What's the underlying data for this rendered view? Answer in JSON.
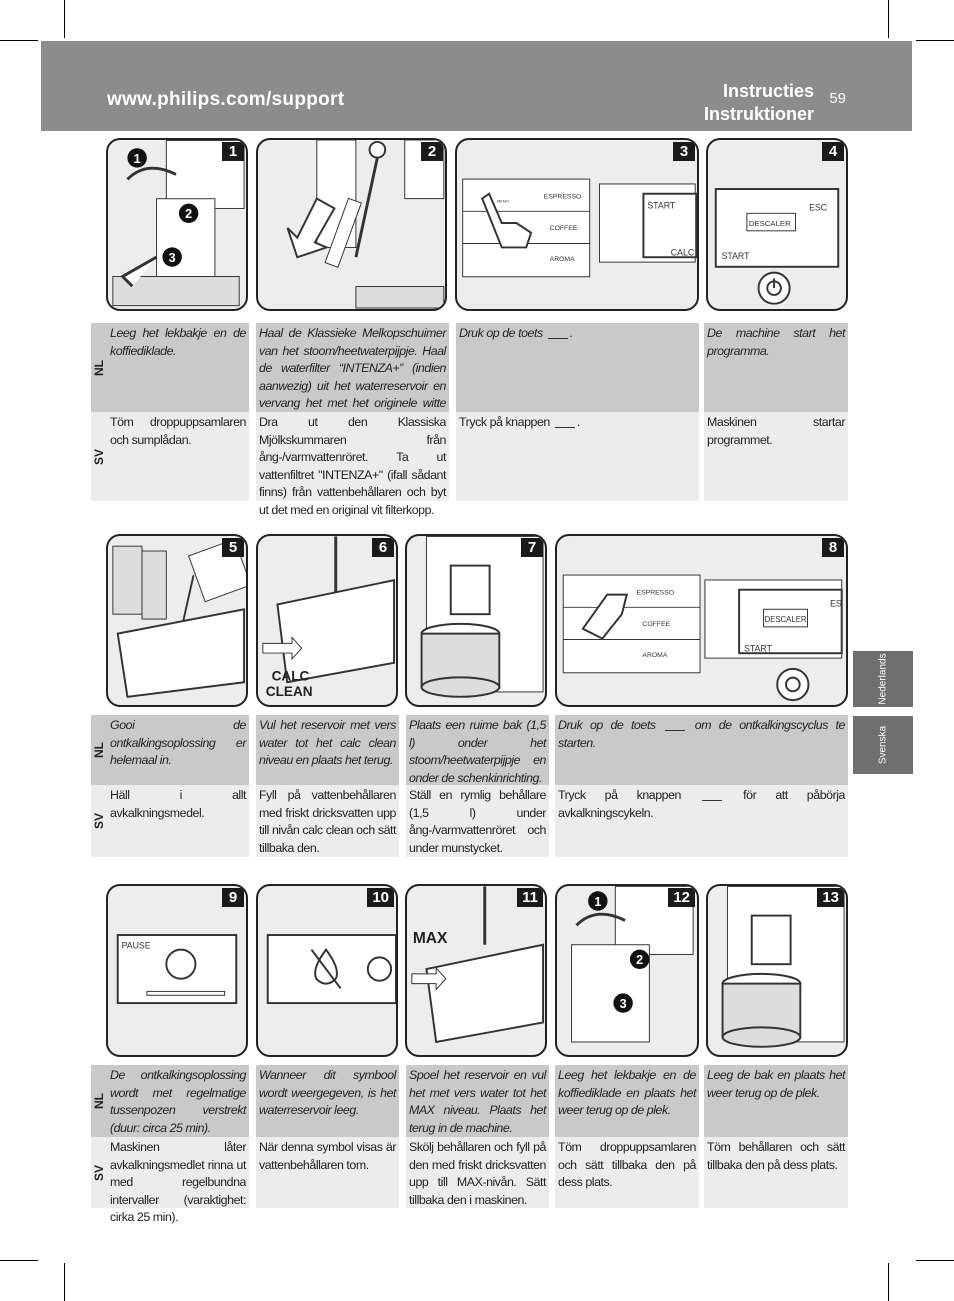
{
  "header": {
    "url": "www.philips.com/support",
    "title_nl": "Instructies",
    "title_sv": "Instruktioner",
    "page_number": "59"
  },
  "side_tabs": [
    "Nederlands",
    "Svenska"
  ],
  "lang_labels": {
    "nl": "NL",
    "sv": "SV"
  },
  "steps": [
    {
      "num": "1",
      "nl": "Leeg het lekbakje en de koffiediklade.",
      "sv": "Töm droppuppsamlaren och sumplådan."
    },
    {
      "num": "2",
      "nl": "Haal de Klassieke Melkopschuimer van het stoom/heetwaterpijpje. Haal de waterfilter “INTENZA+” (indien aanwezig) uit het waterreservoir en vervang het met het originele witte filtertje.",
      "sv": "Dra ut den Klassiska Mjölkskummaren från ång-/varmvattenröret. Ta ut vattenfiltret \"INTENZA+\" (ifall sådant finns) från vattenbehållaren och byt ut det med en original vit filterkopp."
    },
    {
      "num": "3",
      "nl_pre": "Druk op de toets",
      "nl_post": ".",
      "sv_pre": "Tryck på knappen",
      "sv_post": "."
    },
    {
      "num": "4",
      "nl": "De machine start het programma.",
      "sv": "Maskinen startar programmet."
    },
    {
      "num": "5",
      "nl": "Gooi de ontkalkingsoplossing er helemaal in.",
      "sv": "Häll i allt avkalkningsmedel."
    },
    {
      "num": "6",
      "nl": "Vul het reservoir met vers water tot het calc clean niveau en plaats het terug.",
      "sv": "Fyll på vattenbehållaren med friskt dricksvatten upp till nivån calc clean och sätt tillbaka den."
    },
    {
      "num": "7",
      "nl": "Plaats een ruime bak (1,5 l) onder het stoom/heetwaterpijpje en onder de schenkinrichting.",
      "sv": "Ställ en rymlig behållare (1,5 l) under ång-/varmvattenröret och under munstycket."
    },
    {
      "num": "8",
      "nl_pre": "Druk op de toets",
      "nl_post": "om de ontkalkingscyclus te starten.",
      "sv_pre": "Tryck på knappen",
      "sv_post": "för att påbörja avkalkningscykeln."
    },
    {
      "num": "9",
      "nl": "De ontkalkingsoplossing wordt met regelmatige tussenpozen verstrekt (duur: circa 25 min).",
      "sv": "Maskinen låter avkalkningsmedlet rinna ut med regelbundna intervaller (varaktighet: cirka 25 min)."
    },
    {
      "num": "10",
      "nl": "Wanneer dit symbool wordt weergegeven, is het waterreservoir leeg.",
      "sv": "När denna symbol visas är vattenbehållaren tom."
    },
    {
      "num": "11",
      "nl": "Spoel het reservoir en vul het met vers water tot het MAX niveau. Plaats het terug in de machine.",
      "sv": "Skölj behållaren och fyll på den med friskt dricksvatten upp till MAX-nivån. Sätt tillbaka den i maskinen."
    },
    {
      "num": "12",
      "nl": "Leeg het lekbakje en de koffiediklade en plaats het weer terug op de plek.",
      "sv": "Töm droppuppsamlaren och sätt tillbaka den på dess plats."
    },
    {
      "num": "13",
      "nl": "Leeg de bak en plaats het weer terug op de plek.",
      "sv": "Töm behållaren och sätt tillbaka den på dess plats."
    }
  ],
  "illustration_labels": {
    "menu": [
      "ESPRESSO",
      "COFFEE",
      "AROMA"
    ],
    "memo": "MEMO",
    "start": "START",
    "calc": "CALC",
    "descaler": "DESCALER",
    "esc": "ESC",
    "calc_clean": "CALC CLEAN",
    "pause": "PAUSE",
    "max": "MAX",
    "circled": [
      "1",
      "2",
      "3"
    ]
  }
}
